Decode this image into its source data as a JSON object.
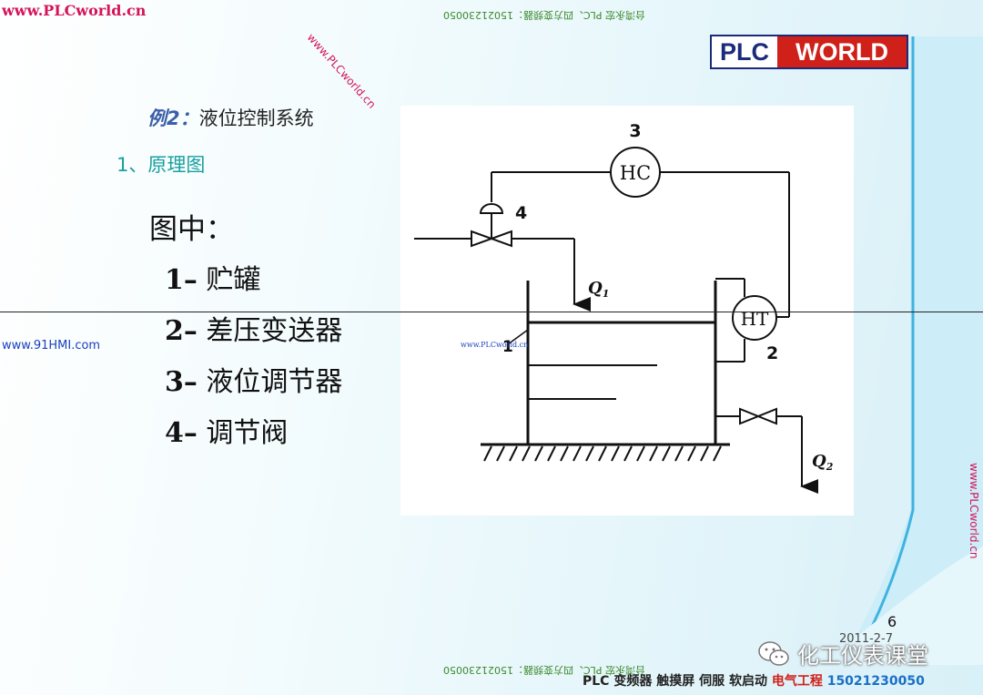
{
  "watermarks": {
    "top_left": "www.PLCworld.cn",
    "diagonal": "www.PLCworld.cn",
    "top_center": "台湾永宏 PLC、四方变频器：15021230050",
    "bottom_center": "台湾永宏 PLC、四方变频器：15021230050",
    "left": "www.91HMI.com",
    "right_vertical": "www.PLCworld.cn",
    "diagram_small": "www.PLCworld.cn"
  },
  "logo": {
    "part1": "PLC",
    "part2": "WORLD"
  },
  "example": {
    "label": "例2：",
    "title": "液位控制系统"
  },
  "section": {
    "title": "1、原理图"
  },
  "legend": {
    "heading": "图中：",
    "items": [
      {
        "num": "1–",
        "text": "贮罐"
      },
      {
        "num": "2–",
        "text": "差压变送器"
      },
      {
        "num": "3–",
        "text": "液位调节器"
      },
      {
        "num": "4–",
        "text": "调节阀"
      }
    ]
  },
  "diagram": {
    "controller": "HC",
    "transmitter": "HT",
    "labels": {
      "n1": "1",
      "n2": "2",
      "n3": "3",
      "n4": "4",
      "q1": "Q",
      "q1_sub": "1",
      "q2": "Q",
      "q2_sub": "2"
    }
  },
  "slide": {
    "number": "6",
    "date": "2011-2-7"
  },
  "footer": {
    "products": "PLC  变频器  触摸屏  伺服  软启动  ",
    "electrical": "电气工程",
    "phone": "15021230050"
  },
  "wechat": {
    "name": "化工仪表课堂"
  },
  "colors": {
    "brand_red": "#d0201a",
    "brand_blue": "#1b2a7a",
    "accent_teal": "#1aa0a0",
    "watermark_pink": "#d4145a"
  }
}
